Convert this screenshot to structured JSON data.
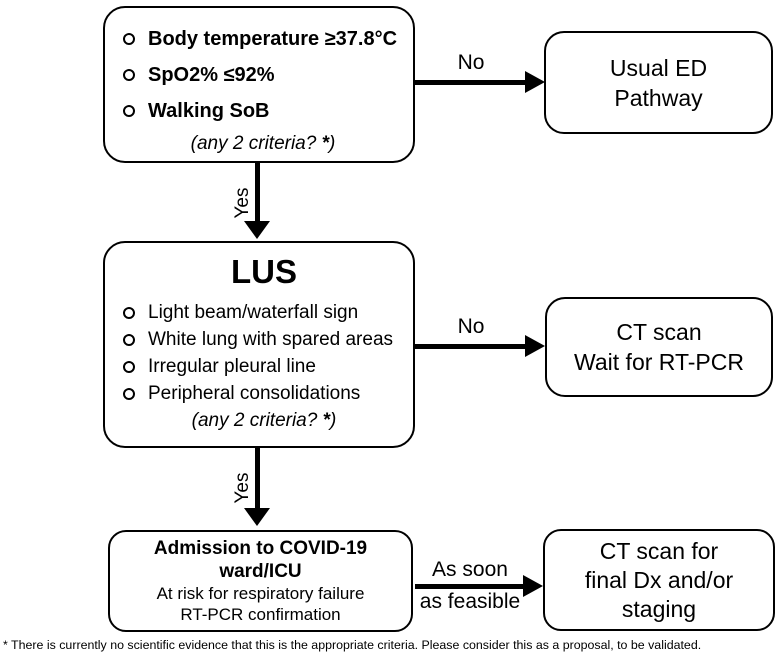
{
  "diagram": {
    "criteria_box": {
      "items": [
        "Body temperature ≥37.8°C",
        "SpO2% ≤92%",
        "Walking SoB"
      ],
      "note_prefix": "(any 2 criteria? ",
      "note_star": "*",
      "note_suffix": ")"
    },
    "usual_ed_box": {
      "line1": "Usual ED",
      "line2": "Pathway"
    },
    "lus_box": {
      "title": "LUS",
      "items": [
        "Light beam/waterfall sign",
        "White lung with spared areas",
        "Irregular pleural line",
        "Peripheral consolidations"
      ],
      "note_prefix": "(any 2 criteria? ",
      "note_star": "*",
      "note_suffix": ")"
    },
    "ct_wait_box": {
      "line1": "CT scan",
      "line2": "Wait for RT-PCR"
    },
    "admission_box": {
      "title_line1": "Admission to COVID-19",
      "title_line2": "ward/ICU",
      "sub_line1": "At risk for respiratory failure",
      "sub_line2": "RT-PCR confirmation"
    },
    "ct_final_box": {
      "line1": "CT scan for",
      "line2": "final Dx and/or",
      "line3": "staging"
    },
    "labels": {
      "no1": "No",
      "yes1": "Yes",
      "no2": "No",
      "yes2": "Yes",
      "asap_line1": "As soon",
      "asap_line2": "as feasible"
    },
    "footnote": "* There is currently no scientific evidence that this is the appropriate criteria. Please consider this as a proposal, to be validated."
  },
  "colors": {
    "ink": "#000000",
    "background": "#ffffff"
  }
}
